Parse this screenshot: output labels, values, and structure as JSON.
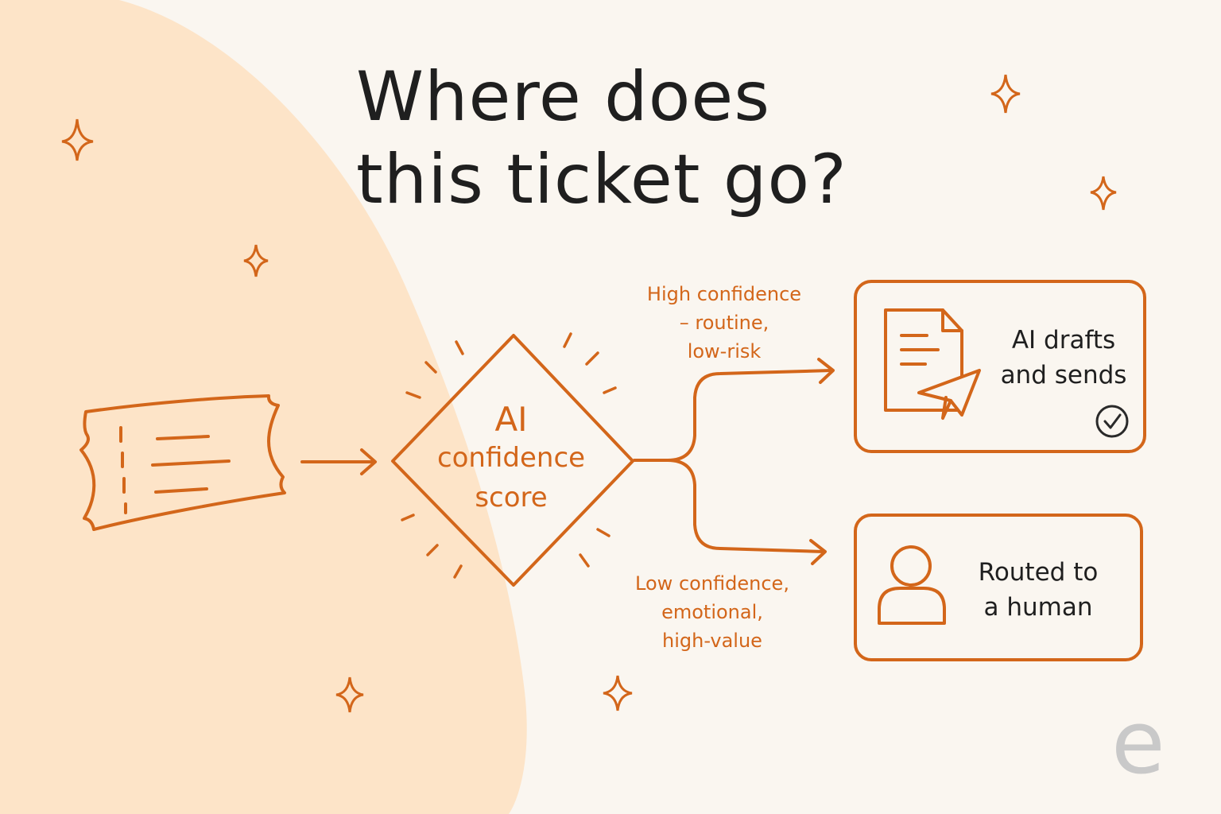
{
  "title": {
    "line1": "Where does",
    "line2": "this ticket go?"
  },
  "decision": {
    "line1": "AI",
    "line2": "confidence",
    "line3": "score"
  },
  "high_branch": {
    "line1": "High confidence",
    "line2": "– routine,",
    "line3": "low-risk"
  },
  "low_branch": {
    "line1": "Low confidence,",
    "line2": "emotional,",
    "line3": "high-value"
  },
  "ai_outcome": {
    "line1": "AI drafts",
    "line2": "and sends"
  },
  "human_outcome": {
    "line1": "Routed to",
    "line2": "a human"
  },
  "icons": {
    "ticket": "ticket-icon",
    "document": "document-icon",
    "paper_plane": "paper-plane-icon",
    "check": "check-circle-icon",
    "person": "person-icon",
    "logo": "e-logo"
  },
  "colors": {
    "accent": "#d3661a",
    "text": "#1f1f1f",
    "blob": "#fde4c8",
    "background": "#faf6f0"
  }
}
